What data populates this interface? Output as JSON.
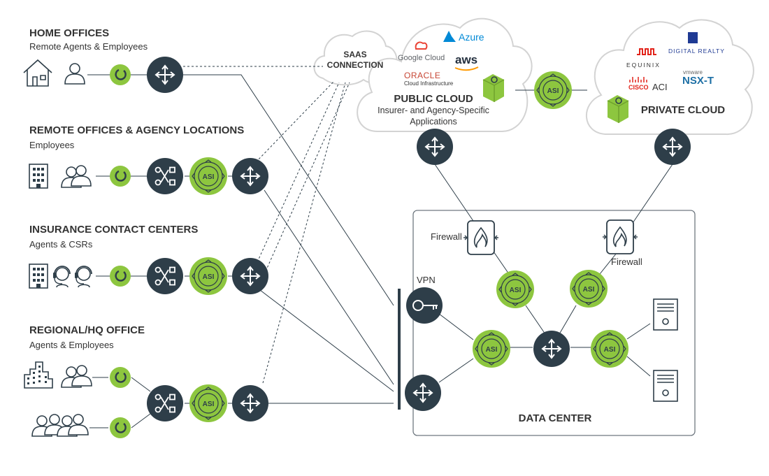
{
  "sites": [
    {
      "title": "HOME OFFICES",
      "subtitle": "Remote Agents & Employees"
    },
    {
      "title": "REMOTE OFFICES & AGENCY LOCATIONS",
      "subtitle": "Employees"
    },
    {
      "title": "INSURANCE CONTACT CENTERS",
      "subtitle": "Agents & CSRs"
    },
    {
      "title": "REGIONAL/HQ OFFICE",
      "subtitle": "Agents & Employees"
    }
  ],
  "saas": {
    "line1": "SAAS",
    "line2": "CONNECTION"
  },
  "public_cloud": {
    "title": "PUBLIC CLOUD",
    "desc1": "Insurer- and Agency-Specific",
    "desc2": "Applications",
    "logos": {
      "azure": "Azure",
      "gcloud": "Google Cloud",
      "aws": "aws",
      "oracle": "ORACLE",
      "oracle_sub": "Cloud Infrastructure"
    }
  },
  "private_cloud": {
    "title": "PRIVATE CLOUD",
    "logos": {
      "equinix": "EQUINIX",
      "digital_realty": "DIGITAL REALTY",
      "cisco": "CISCO",
      "aci": "ACI",
      "vmware": "vmware",
      "nsxt": "NSX-T"
    }
  },
  "data_center": {
    "title": "DATA CENTER"
  },
  "labels": {
    "firewall": "Firewall",
    "vpn": "VPN",
    "asi": "ASI"
  },
  "colors": {
    "green": "#8dc63f",
    "dark": "#2e3e49",
    "text": "#333333"
  }
}
